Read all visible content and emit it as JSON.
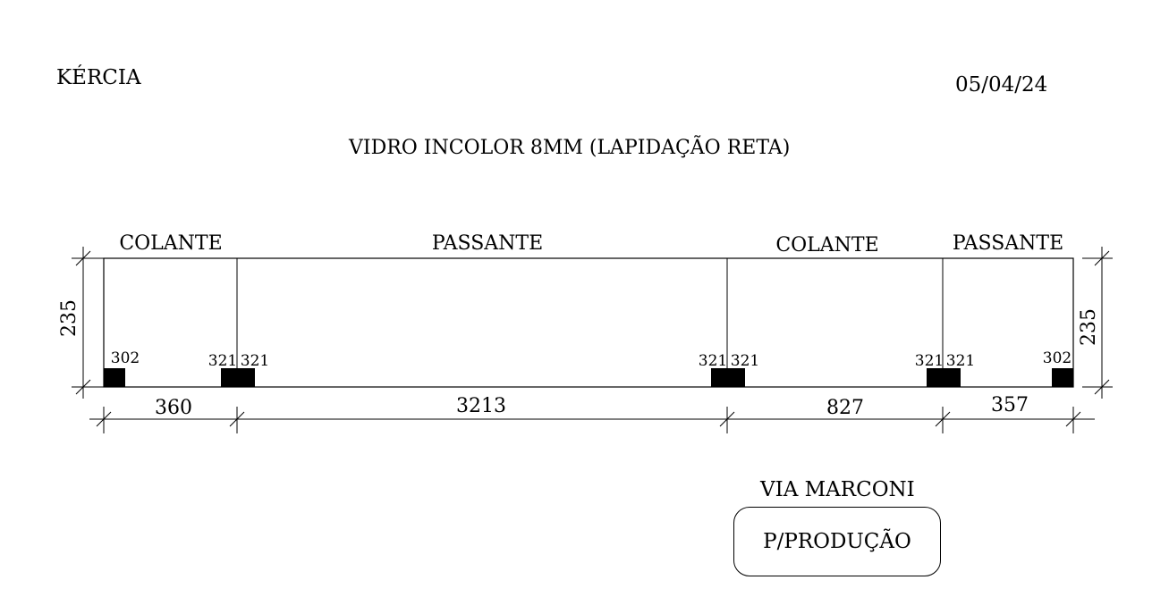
{
  "header": {
    "client": "KÉRCIA",
    "date": "05/04/24",
    "glass_spec": "VIDRO INCOLOR 8MM   (LAPIDAÇÃO RETA)"
  },
  "panels": [
    {
      "type": "COLANTE",
      "width": 360,
      "hinges": [
        "302",
        "321"
      ]
    },
    {
      "type": "PASSANTE",
      "width": 3213,
      "hinges": [
        "321",
        "321"
      ]
    },
    {
      "type": "COLANTE",
      "width": 827,
      "hinges": [
        "321",
        "321"
      ]
    },
    {
      "type": "PASSANTE",
      "width": 357,
      "hinges": [
        "321",
        "302"
      ]
    }
  ],
  "height": "235",
  "footer": {
    "street": "VIA MARCONI",
    "status": "P/PRODUÇÃO"
  }
}
